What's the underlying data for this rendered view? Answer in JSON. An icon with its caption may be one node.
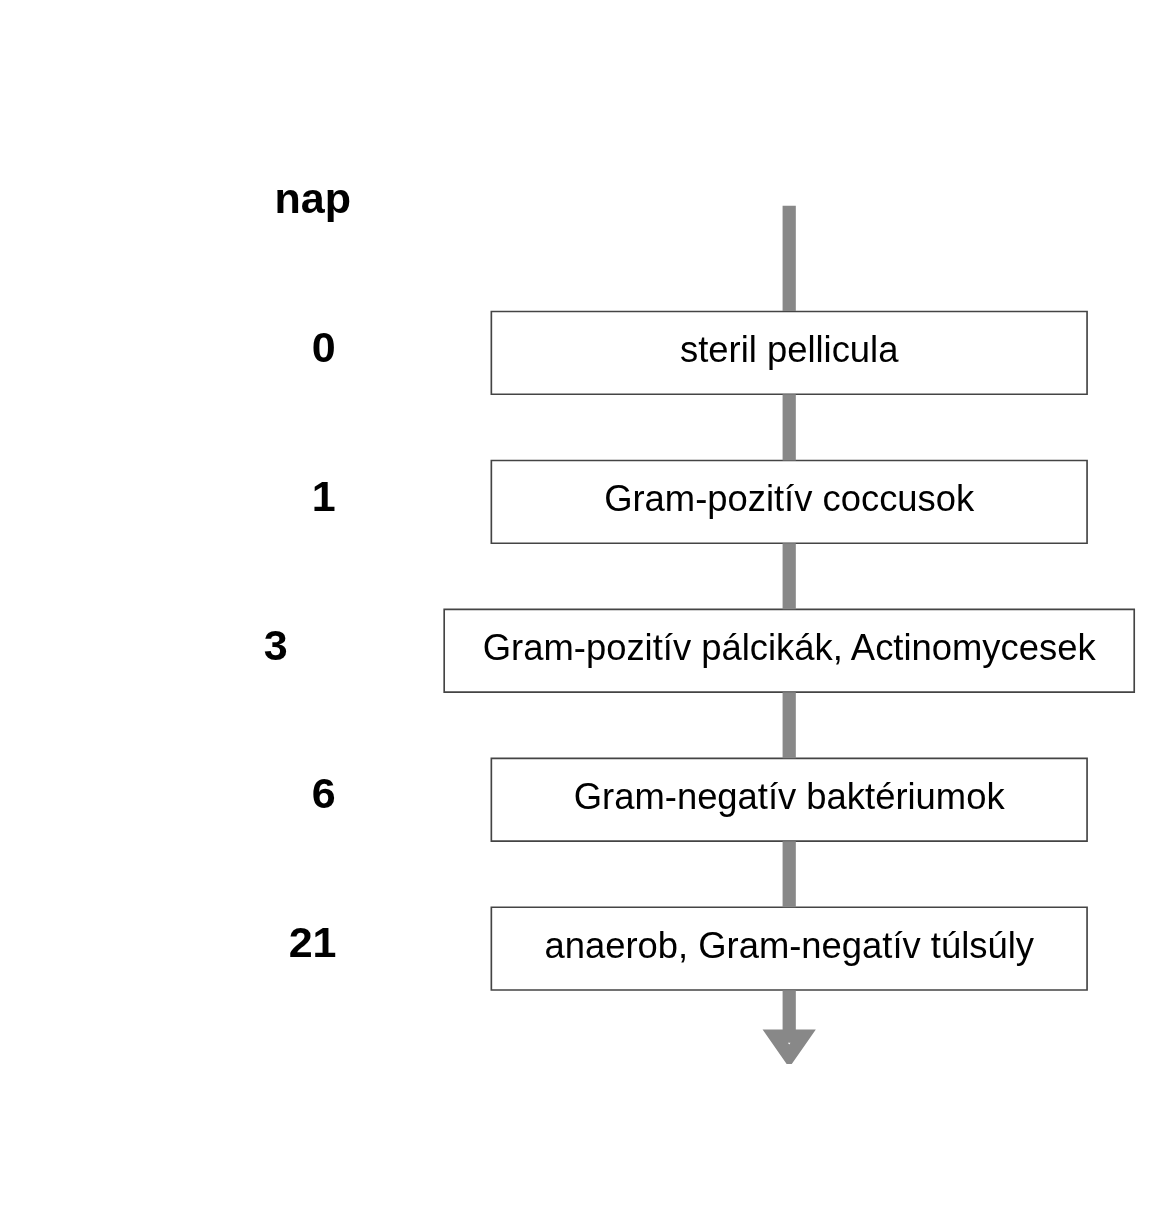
{
  "diagram": {
    "nodes": [
      {
        "text": [
          "steril pellicula"
        ],
        "beside": [
          "0"
        ]
      },
      {
        "text": [
          "Gram-pozitív coccusok"
        ],
        "beside": [
          "1"
        ]
      },
      {
        "text": [
          "Gram-pozitív pálcikák, Actinomycesek"
        ],
        "beside": [
          "3"
        ]
      },
      {
        "text": [
          "Gram-negatív baktériumok"
        ],
        "beside": [
          "6"
        ]
      },
      {
        "text": [
          "anaerob, Gram-negatív túlsúly"
        ],
        "beside": [
          "21"
        ]
      }
    ],
    "edges": [
      {
        "from": null,
        "to": 0,
        "arrow": "none"
      },
      {
        "from": 0,
        "to": 1,
        "arrow": "none"
      },
      {
        "from": 1,
        "to": 2,
        "arrow": "none"
      },
      {
        "from": 2,
        "to": 3,
        "arrow": "none"
      },
      {
        "from": 3,
        "to": 4,
        "arrow": "none"
      },
      {
        "from": 4,
        "to": null,
        "arrow": "to"
      }
    ],
    "labels": [
      "nap"
    ]
  }
}
